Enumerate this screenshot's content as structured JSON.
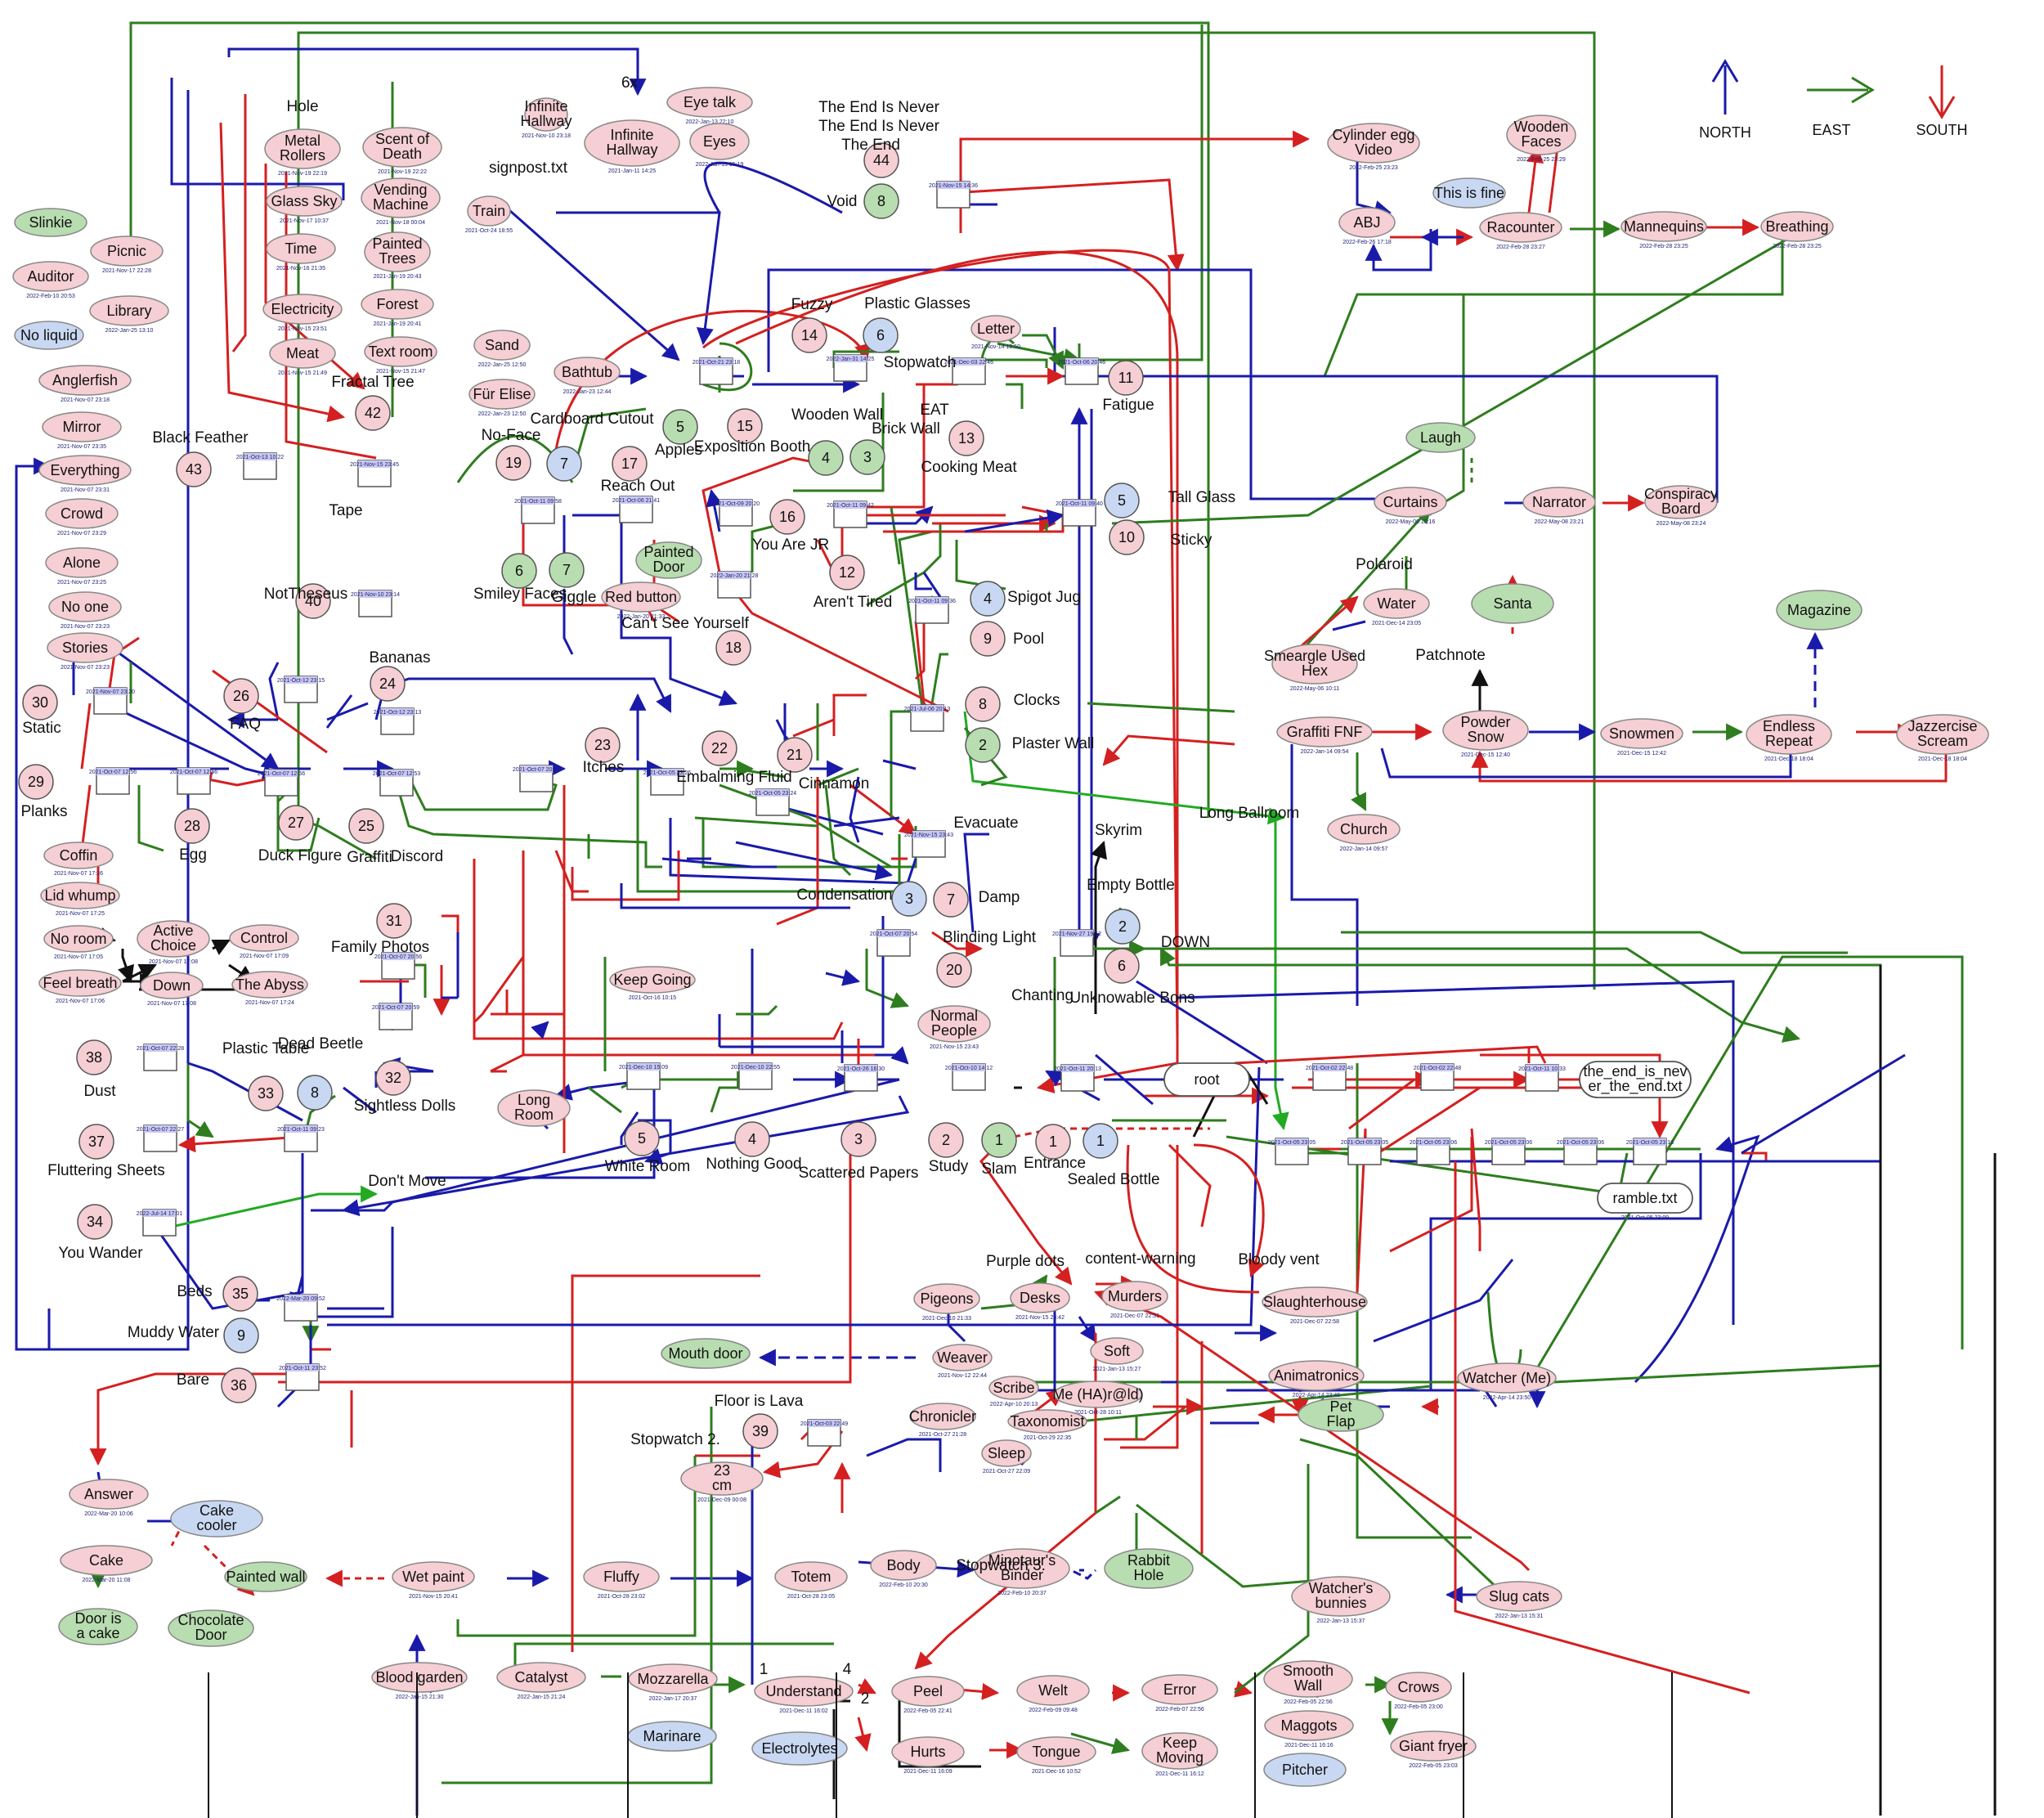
{
  "legend": {
    "north": {
      "label": "NORTH",
      "color": "#1a1aaa"
    },
    "east": {
      "label": "EAST",
      "color": "#2e7d1e"
    },
    "south": {
      "label": "SOUTH",
      "color": "#d42020"
    }
  },
  "colors": {
    "pink": "#f5cfd3",
    "green": "#b8ddb0",
    "blue": "#c9d8f2",
    "box": "#ffffff"
  },
  "ovals": [
    {
      "id": "slinkie",
      "text": "Slinkie",
      "color": "green"
    },
    {
      "id": "auditor",
      "text": "Auditor",
      "ts": "2022-Feb-10 20:53",
      "color": "pink"
    },
    {
      "id": "picnic",
      "text": "Picnic",
      "ts": "2021-Nov-17 22:28",
      "color": "pink"
    },
    {
      "id": "library",
      "text": "Library",
      "ts": "2022-Jan-25 13:10",
      "color": "pink"
    },
    {
      "id": "noliquid",
      "text": "No liquid",
      "color": "blue"
    },
    {
      "id": "anglerfish",
      "text": "Anglerfish",
      "ts": "2021-Nov-07 23:18",
      "color": "pink"
    },
    {
      "id": "mirror",
      "text": "Mirror",
      "ts": "2021-Nov-07 23:35",
      "color": "pink"
    },
    {
      "id": "everything",
      "text": "Everything",
      "ts": "2021-Nov-07 23:31",
      "color": "pink"
    },
    {
      "id": "crowd",
      "text": "Crowd",
      "ts": "2021-Nov-07 23:29",
      "color": "pink"
    },
    {
      "id": "alone",
      "text": "Alone",
      "ts": "2021-Nov-07 23:25",
      "color": "pink"
    },
    {
      "id": "noone",
      "text": "No one",
      "ts": "2021-Nov-07 23:23",
      "color": "pink"
    },
    {
      "id": "stories",
      "text": "Stories",
      "ts": "2021-Nov-07 23:23",
      "color": "pink"
    },
    {
      "id": "metalrollers",
      "text": "Metal Rollers",
      "ts": "2021-Nov-19 22:19",
      "color": "pink"
    },
    {
      "id": "scentofdeath",
      "text": "Scent of Death",
      "ts": "2021-Nov-19 22:22",
      "color": "pink"
    },
    {
      "id": "glasssky",
      "text": "Glass Sky",
      "ts": "2021-Nov-17 10:37",
      "color": "pink"
    },
    {
      "id": "vendingmachine",
      "text": "Vending Machine",
      "ts": "2021-Nov-18 00:04",
      "color": "pink"
    },
    {
      "id": "time",
      "text": "Time",
      "ts": "2021-Nov-16 21:35",
      "color": "pink"
    },
    {
      "id": "paintedtrees",
      "text": "Painted Trees",
      "ts": "2021-Jan-19 20:43",
      "color": "pink"
    },
    {
      "id": "electricity",
      "text": "Electricity",
      "ts": "2021-Nov-15 23:51",
      "color": "pink"
    },
    {
      "id": "forest",
      "text": "Forest",
      "ts": "2021-Jan-19 20:41",
      "color": "pink"
    },
    {
      "id": "meat",
      "text": "Meat",
      "ts": "2021-Nov-15 21:49",
      "color": "pink"
    },
    {
      "id": "textroom",
      "text": "Text room",
      "ts": "2021-Nov-15 21:47",
      "color": "pink"
    },
    {
      "id": "infinitehallway",
      "text": "Infinite Hallway",
      "ts": "2021-Jan-11 14:25",
      "color": "pink"
    },
    {
      "id": "eyetalk",
      "text": "Eye talk",
      "ts": "2022-Jan-13 22:10",
      "color": "pink"
    },
    {
      "id": "eyes",
      "text": "Eyes",
      "ts": "2022-Jan-13 15:19",
      "color": "pink"
    },
    {
      "id": "infhallsmall",
      "text": "Infinite Hallway",
      "ts": "2021-Nov-10 23:18",
      "color": "pink"
    },
    {
      "id": "train",
      "text": "Train",
      "ts": "2021-Oct-24 18:55",
      "color": "pink"
    },
    {
      "id": "sand",
      "text": "Sand",
      "ts": "2022-Jan-25 12:50",
      "color": "pink"
    },
    {
      "id": "bathtub",
      "text": "Bathtub",
      "ts": "2022-Jan-23 12:44",
      "color": "pink"
    },
    {
      "id": "furelise",
      "text": "Für Elise",
      "ts": "2022-Jan-23 12:50",
      "color": "pink"
    },
    {
      "id": "paintedoor",
      "text": "Painted Door",
      "color": "green"
    },
    {
      "id": "redbutton",
      "text": "Red button",
      "ts": "2022-Jan-20 21:33",
      "color": "pink"
    },
    {
      "id": "letter",
      "text": "Letter",
      "ts": "2021-Nov-14 15:50",
      "color": "pink"
    },
    {
      "id": "cylinderegg",
      "text": "Cylinder egg Video",
      "ts": "2022-Feb-25 23:23",
      "color": "pink"
    },
    {
      "id": "woodenfaces",
      "text": "Wooden Faces",
      "ts": "2022-Feb-25 23:29",
      "color": "pink"
    },
    {
      "id": "thisisfine",
      "text": "This is fine",
      "color": "blue"
    },
    {
      "id": "abj",
      "text": "ABJ",
      "ts": "2022-Feb-26 17:18",
      "color": "pink"
    },
    {
      "id": "racounter",
      "text": "Racounter",
      "ts": "2022-Feb-28 23:27",
      "color": "pink"
    },
    {
      "id": "mannequins",
      "text": "Mannequins",
      "ts": "2022-Feb-28 23:25",
      "color": "pink"
    },
    {
      "id": "breathing",
      "text": "Breathing",
      "ts": "2022-Feb-28 23:25",
      "color": "pink"
    },
    {
      "id": "laugh",
      "text": "Laugh",
      "color": "green"
    },
    {
      "id": "curtains",
      "text": "Curtains",
      "ts": "2022-May-06 10:16",
      "color": "pink"
    },
    {
      "id": "narrator",
      "text": "Narrator",
      "ts": "2022-May-08 23:21",
      "color": "pink"
    },
    {
      "id": "conspiracyboard",
      "text": "Conspiracy Board",
      "ts": "2022-May-08 23:24",
      "color": "pink"
    },
    {
      "id": "water",
      "text": "Water",
      "ts": "2021-Dec-14 23:05",
      "color": "pink"
    },
    {
      "id": "santa",
      "text": "Santa",
      "color": "green"
    },
    {
      "id": "magazine",
      "text": "Magazine",
      "color": "green"
    },
    {
      "id": "smeargle",
      "text": "Smeargle Used Hex",
      "ts": "2022-May-06 10:11",
      "color": "pink"
    },
    {
      "id": "graffitifnf",
      "text": "Graffiti FNF",
      "ts": "2022-Jan-14 09:54",
      "color": "pink"
    },
    {
      "id": "powdersnow",
      "text": "Powder Snow",
      "ts": "2021-Dec-15 12:40",
      "color": "pink"
    },
    {
      "id": "snowmen",
      "text": "Snowmen",
      "ts": "2021-Dec-15 12:42",
      "color": "pink"
    },
    {
      "id": "endlessrepeat",
      "text": "Endless Repeat",
      "ts": "2021-Dec-18 18:04",
      "color": "pink"
    },
    {
      "id": "jazzercise",
      "text": "Jazzercise Scream",
      "ts": "2021-Dec-18 18:04",
      "color": "pink"
    },
    {
      "id": "church",
      "text": "Church",
      "ts": "2022-Jan-14 09:57",
      "color": "pink"
    },
    {
      "id": "coffin",
      "text": "Coffin",
      "ts": "2021-Nov-07 17:26",
      "color": "pink"
    },
    {
      "id": "lidwhump",
      "text": "Lid whump",
      "ts": "2021-Nov-07 17:25",
      "color": "pink"
    },
    {
      "id": "noroom",
      "text": "No room",
      "ts": "2021-Nov-07 17:05",
      "color": "pink"
    },
    {
      "id": "activechoice",
      "text": "Active Choice",
      "ts": "2021-Nov-07 17:08",
      "color": "pink"
    },
    {
      "id": "control",
      "text": "Control",
      "ts": "2021-Nov-07 17:09",
      "color": "pink"
    },
    {
      "id": "feelbreath",
      "text": "Feel breath",
      "ts": "2021-Nov-07 17:06",
      "color": "pink"
    },
    {
      "id": "down",
      "text": "Down",
      "ts": "2021-Nov-07 17:08",
      "color": "pink"
    },
    {
      "id": "theabyss",
      "text": "The Abyss",
      "ts": "2021-Nov-07 17:24",
      "color": "pink"
    },
    {
      "id": "keepgoing",
      "text": "Keep Going",
      "ts": "2021-Oct-16 10:15",
      "color": "pink"
    },
    {
      "id": "normalpeople",
      "text": "Normal People",
      "ts": "2021-Nov-15 23:43",
      "color": "pink"
    },
    {
      "id": "longroom",
      "text": "Long Room",
      "color": "pink"
    },
    {
      "id": "root",
      "text": "root",
      "color": "box"
    },
    {
      "id": "theendisnever",
      "text": "the_end_is_nev er_the_end.txt",
      "color": "box"
    },
    {
      "id": "rambletxt",
      "text": "ramble.txt",
      "ts": "2021-Oct-05 23:09",
      "color": "box"
    },
    {
      "id": "pigeons",
      "text": "Pigeons",
      "ts": "2021-Dec-10 21:33",
      "color": "pink"
    },
    {
      "id": "desks",
      "text": "Desks",
      "ts": "2021-Nov-15 23:42",
      "color": "pink"
    },
    {
      "id": "murders",
      "text": "Murders",
      "ts": "2021-Dec-07 22:51",
      "color": "pink"
    },
    {
      "id": "slaughterhouse",
      "text": "Slaughterhouse",
      "ts": "2021-Dec-07 22:58",
      "color": "pink"
    },
    {
      "id": "mouthdoor",
      "text": "Mouth door",
      "color": "green"
    },
    {
      "id": "weaver",
      "text": "Weaver",
      "ts": "2021-Nov-12 22:44",
      "color": "pink"
    },
    {
      "id": "soft",
      "text": "Soft",
      "ts": "2021-Jan-13 15:27",
      "color": "pink"
    },
    {
      "id": "animatronics",
      "text": "Animatronics",
      "ts": "2022-Apr-14 23:46",
      "color": "pink"
    },
    {
      "id": "watcherme",
      "text": "Watcher (Me)",
      "ts": "2022-Apr-14 23:50",
      "color": "pink"
    },
    {
      "id": "scribe",
      "text": "Scribe",
      "ts": "2022-Apr-10 20:13",
      "color": "pink"
    },
    {
      "id": "chronicler",
      "text": "Chronicler",
      "ts": "2021-Oct-27 21:28",
      "color": "pink"
    },
    {
      "id": "mehair",
      "text": "Me (HA)r@ld)",
      "ts": "2021-Oct-28 10:11",
      "color": "pink"
    },
    {
      "id": "taxonomist",
      "text": "Taxonomist",
      "ts": "2021-Oct-29 22:35",
      "color": "pink"
    },
    {
      "id": "petflap",
      "text": "Pet Flap",
      "color": "green"
    },
    {
      "id": "sleep",
      "text": "Sleep",
      "ts": "2021-Oct-27 22:09",
      "color": "pink"
    },
    {
      "id": "23cm",
      "text": "23 cm",
      "ts": "2021-Dec-09 00:08",
      "color": "pink"
    },
    {
      "id": "answer",
      "text": "Answer",
      "ts": "2022-Mar-20 10:06",
      "color": "pink"
    },
    {
      "id": "cakecooler",
      "text": "Cake cooler",
      "color": "blue"
    },
    {
      "id": "cake",
      "text": "Cake",
      "ts": "2022-Mar-20 11:08",
      "color": "pink"
    },
    {
      "id": "paintedwall",
      "text": "Painted wall",
      "color": "green"
    },
    {
      "id": "doorisacake",
      "text": "Door is a cake",
      "color": "green"
    },
    {
      "id": "chocolatedoor",
      "text": "Chocolate Door",
      "color": "green"
    },
    {
      "id": "wetpaint",
      "text": "Wet paint",
      "ts": "2021-Nov-15 20:41",
      "color": "pink"
    },
    {
      "id": "fluffy",
      "text": "Fluffy",
      "ts": "2021-Oct-28 23:02",
      "color": "pink"
    },
    {
      "id": "totem",
      "text": "Totem",
      "ts": "2021-Oct-28 23:05",
      "color": "pink"
    },
    {
      "id": "body",
      "text": "Body",
      "ts": "2022-Feb-10 20:30",
      "color": "pink"
    },
    {
      "id": "minotaur",
      "text": "Minotaur's Binder",
      "ts": "2022-Feb-10 20:37",
      "color": "pink"
    },
    {
      "id": "rabbithole",
      "text": "Rabbit Hole",
      "color": "green"
    },
    {
      "id": "watchersbunnies",
      "text": "Watcher's bunnies",
      "ts": "2022-Jan-13 15:37",
      "color": "pink"
    },
    {
      "id": "slugcats",
      "text": "Slug cats",
      "ts": "2022-Jan-13 15:31",
      "color": "pink"
    },
    {
      "id": "bloodgarden",
      "text": "Blood garden",
      "ts": "2022-Jan-15 21:30",
      "color": "pink"
    },
    {
      "id": "catalyst",
      "text": "Catalyst",
      "ts": "2022-Jan-15 21:24",
      "color": "pink"
    },
    {
      "id": "mozzarella",
      "text": "Mozzarella",
      "ts": "2022-Jan-17 20:37",
      "color": "pink"
    },
    {
      "id": "marinare",
      "text": "Marinare",
      "color": "blue"
    },
    {
      "id": "understand",
      "text": "Understand",
      "ts": "2021-Dec-11 16:02",
      "color": "pink"
    },
    {
      "id": "electrolytes",
      "text": "Electrolytes",
      "color": "blue"
    },
    {
      "id": "peel",
      "text": "Peel",
      "ts": "2022-Feb-05 22:41",
      "color": "pink"
    },
    {
      "id": "hurts",
      "text": "Hurts",
      "ts": "2021-Dec-11 16:09",
      "color": "pink"
    },
    {
      "id": "welt",
      "text": "Welt",
      "ts": "2022-Feb-09 09:48",
      "color": "pink"
    },
    {
      "id": "tongue",
      "text": "Tongue",
      "ts": "2021-Dec-16 10:52",
      "color": "pink"
    },
    {
      "id": "error",
      "text": "Error",
      "ts": "2022-Feb-07 22:56",
      "color": "pink"
    },
    {
      "id": "keepmoving",
      "text": "Keep Moving",
      "ts": "2021-Dec-11 16:12",
      "color": "pink"
    },
    {
      "id": "smoothwall",
      "text": "Smooth Wall",
      "ts": "2022-Feb-05 22:56",
      "color": "pink"
    },
    {
      "id": "crows",
      "text": "Crows",
      "ts": "2022-Feb-05 23:00",
      "color": "pink"
    },
    {
      "id": "maggots",
      "text": "Maggots",
      "ts": "2021-Dec-11 16:16",
      "color": "pink"
    },
    {
      "id": "giantfryer",
      "text": "Giant fryer",
      "ts": "2022-Feb-05 23:03",
      "color": "pink"
    },
    {
      "id": "pitcher",
      "text": "Pitcher",
      "color": "blue"
    }
  ],
  "circles": [
    {
      "n": "44",
      "color": "pink"
    },
    {
      "n": "8",
      "color": "green"
    },
    {
      "n": "14",
      "color": "pink"
    },
    {
      "n": "6",
      "color": "blue"
    },
    {
      "n": "11",
      "color": "pink"
    },
    {
      "n": "13",
      "color": "pink"
    },
    {
      "n": "42",
      "color": "pink"
    },
    {
      "n": "43",
      "color": "pink"
    },
    {
      "n": "19",
      "color": "pink"
    },
    {
      "n": "7",
      "color": "blue"
    },
    {
      "n": "17",
      "color": "pink"
    },
    {
      "n": "5",
      "color": "green"
    },
    {
      "n": "15",
      "color": "pink"
    },
    {
      "n": "4",
      "color": "green"
    },
    {
      "n": "3",
      "color": "green"
    },
    {
      "n": "5",
      "color": "blue"
    },
    {
      "n": "10",
      "color": "pink"
    },
    {
      "n": "16",
      "color": "pink"
    },
    {
      "n": "12",
      "color": "pink"
    },
    {
      "n": "6",
      "color": "green"
    },
    {
      "n": "7",
      "color": "green"
    },
    {
      "n": "18",
      "color": "pink"
    },
    {
      "n": "40",
      "color": "pink"
    },
    {
      "n": "4",
      "color": "blue"
    },
    {
      "n": "9",
      "color": "pink"
    },
    {
      "n": "8",
      "color": "pink"
    },
    {
      "n": "2",
      "color": "green"
    },
    {
      "n": "30",
      "color": "pink"
    },
    {
      "n": "26",
      "color": "pink"
    },
    {
      "n": "24",
      "color": "pink"
    },
    {
      "n": "23",
      "color": "pink"
    },
    {
      "n": "22",
      "color": "pink"
    },
    {
      "n": "21",
      "color": "pink"
    },
    {
      "n": "29",
      "color": "pink"
    },
    {
      "n": "28",
      "color": "pink"
    },
    {
      "n": "27",
      "color": "pink"
    },
    {
      "n": "25",
      "color": "pink"
    },
    {
      "n": "3",
      "color": "blue"
    },
    {
      "n": "7",
      "color": "pink"
    },
    {
      "n": "31",
      "color": "pink"
    },
    {
      "n": "2",
      "color": "blue"
    },
    {
      "n": "6",
      "color": "pink"
    },
    {
      "n": "20",
      "color": "pink"
    },
    {
      "n": "38",
      "color": "pink"
    },
    {
      "n": "33",
      "color": "pink"
    },
    {
      "n": "8",
      "color": "blue"
    },
    {
      "n": "32",
      "color": "pink"
    },
    {
      "n": "37",
      "color": "pink"
    },
    {
      "n": "34",
      "color": "pink"
    },
    {
      "n": "5",
      "color": "pink"
    },
    {
      "n": "4",
      "color": "pink"
    },
    {
      "n": "3",
      "color": "pink"
    },
    {
      "n": "2",
      "color": "pink"
    },
    {
      "n": "1",
      "color": "green"
    },
    {
      "n": "1",
      "color": "pink"
    },
    {
      "n": "1",
      "color": "blue"
    },
    {
      "n": "35",
      "color": "pink"
    },
    {
      "n": "9",
      "color": "blue"
    },
    {
      "n": "36",
      "color": "pink"
    },
    {
      "n": "39",
      "color": "pink"
    }
  ],
  "labels": [
    "Hole",
    "6x",
    "signpost.txt",
    "The End Is Never",
    "The End Is Never",
    "The End",
    "Void",
    "Fuzzy",
    "Plastic Glasses",
    "Stopwatch",
    "EAT",
    "Wooden Wall",
    "Brick Wall",
    "Cooking Meat",
    "Fatigue",
    "Fractal Tree",
    "Black Feather",
    "Tape",
    "No-Face",
    "Cardboard Cutout",
    "Reach Out",
    "Apples",
    "Exposition Booth",
    "You Are JR",
    "Aren't Tired",
    "Tall Glass",
    "Sticky",
    "Smiley Faces",
    "Giggle",
    "Can't See Yourself",
    "NotTheseus",
    "Spigot Jug",
    "Pool",
    "Polaroid",
    "Patchnote",
    "Clocks",
    "Plaster Wall",
    "Static",
    "FAQ",
    "Bananas",
    "Itches",
    "Embalming Fluid",
    "Cinnamon",
    "Planks",
    "Egg",
    "Duck Figure",
    "Graffiti",
    "Discord",
    "Evacuate",
    "Skyrim",
    "Condensation",
    "Damp",
    "Empty Bottle",
    "DOWN",
    "Family Photos",
    "Blinding Light",
    "Unknowable Bons",
    "Chanting",
    "Dust",
    "Plastic Table",
    "Dead Beetle",
    "Sightless Dolls",
    "Fluttering Sheets",
    "You Wander",
    "White Room",
    "Nothing Good",
    "Scattered Papers",
    "Study",
    "Slam",
    "Entrance",
    "Sealed Bottle",
    "Bloody vent",
    "Purple dots",
    "content-warning",
    "Beds",
    "Muddy Water",
    "Bare",
    "Floor is Lava",
    "Stopwatch 2.",
    "Stopwatch 3.",
    "Long Ballroom",
    "Don't Move",
    "1",
    "4",
    "2"
  ],
  "boxes": [
    "2021-Nov-15 14:36",
    "2021-Oct-21 23:18",
    "2022-Jan-31 14:25",
    "2021-Dec-03 22:46",
    "2021-Oct-06 20:46",
    "2021-Oct-13 10:22",
    "2021-Nov-15 23:45",
    "2021-Oct-11 09:58",
    "2021-Oct-06 21:41",
    "2021-Oct-09 20:20",
    "2021-Oct-11 09:42",
    "2021-Oct-11 09:40",
    "2021-Nov-10 23:14",
    "2022-Jan-20 21:28",
    "2021-Oct-11 09:36",
    "2021-Oct-12 23:15",
    "2021-Oct-12 23:13",
    "2021-Nov-07 23:20",
    "2021-Jul-06 20:13",
    "2021-Oct-07 12:56",
    "2021-Oct-07 12:56",
    "2021-Oct-07 12:56",
    "2021-Oct-07 12:53",
    "2021-Oct-07 20:52",
    "2021-Oct-05 23:26",
    "2021-Oct-05 23:24",
    "2021-Nov-15 23:43",
    "2021-Oct-07 20:54",
    "2021-Nov-27 19:52",
    "2021-Oct-07 20:56",
    "2021-Oct-07 20:59",
    "2021-Oct-07 22:28",
    "2021-Oct-11 09:23",
    "2021-Oct-07 22:27",
    "2022-Jul-14 17:01",
    "2021-Dec-10 15:09",
    "2021-Dec-10 22:55",
    "2021-Oct-26 16:30",
    "2021-Oct-10 14:12",
    "2021-Oct-11 20:13",
    "2021-Oct-02 22:48",
    "2021-Oct-02 22:48",
    "2021-Oct-11 10:33",
    "2021-Oct-05 23:05",
    "2021-Oct-05 23:05",
    "2021-Oct-05 23:06",
    "2021-Oct-05 23:06",
    "2021-Oct-05 23:06",
    "2021-Oct-05 23:16",
    "2022-Mar-20 09:52",
    "2021-Oct-11 23:52",
    "2021-Oct-03 22:49"
  ]
}
